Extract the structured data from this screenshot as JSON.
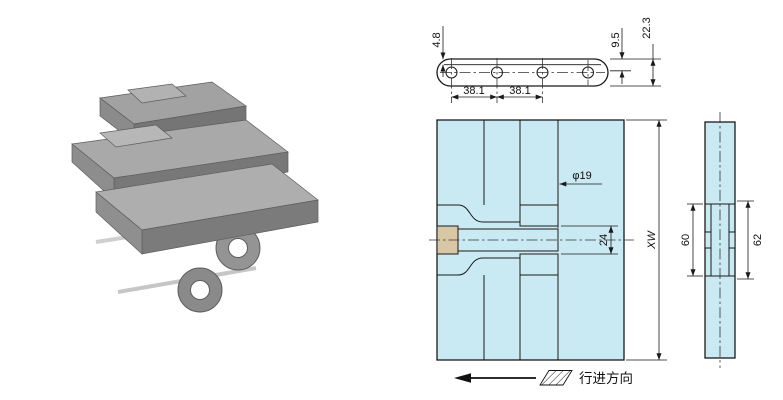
{
  "side_view": {
    "dim_plate_thickness": "4.8",
    "dim_pitch_1": "38.1",
    "dim_pitch_2": "38.1",
    "dim_top_to_pin_center": "9.5",
    "dim_overall_height": "22.3"
  },
  "plan_view": {
    "dim_hinge_dia": "φ19",
    "dim_pin_width": "24",
    "dim_chain_width": "XW"
  },
  "section_view": {
    "dim_inner_width": "60",
    "dim_outer_width": "62"
  },
  "direction": {
    "label": "行进方向"
  },
  "colors": {
    "plate_fill": "#c9e9f3",
    "pin_fill": "#d8c7a4",
    "line_color": "#1a1a1a",
    "photo_light": "#aeaeae",
    "photo_mid": "#8f8f8f",
    "photo_dark": "#7a7a7a"
  }
}
